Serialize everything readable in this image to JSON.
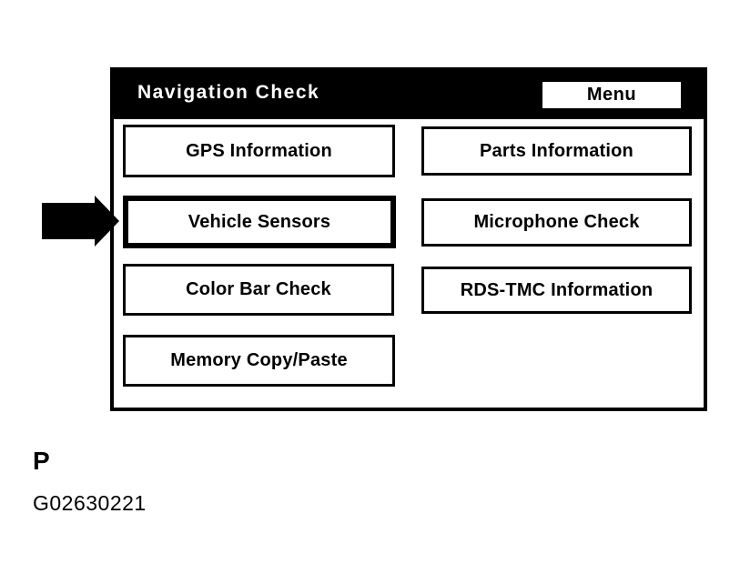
{
  "figure": {
    "screen": {
      "title": "Navigation Check",
      "menu_button_label": "Menu",
      "buttons": [
        {
          "label": "GPS Information",
          "selected": false
        },
        {
          "label": "Parts Information",
          "selected": false
        },
        {
          "label": "Vehicle Sensors",
          "selected": true
        },
        {
          "label": "Microphone Check",
          "selected": false
        },
        {
          "label": "Color Bar Check",
          "selected": false
        },
        {
          "label": "RDS-TMC Information",
          "selected": false
        },
        {
          "label": "Memory Copy/Paste",
          "selected": false
        }
      ],
      "colors": {
        "foreground": "#000000",
        "background": "#ffffff",
        "header_bg": "#000000",
        "header_text": "#ffffff"
      }
    },
    "annotation": {
      "arrow_points_to": "Vehicle Sensors"
    },
    "caption": {
      "page_marker": "P",
      "figure_id": "G02630221"
    }
  }
}
